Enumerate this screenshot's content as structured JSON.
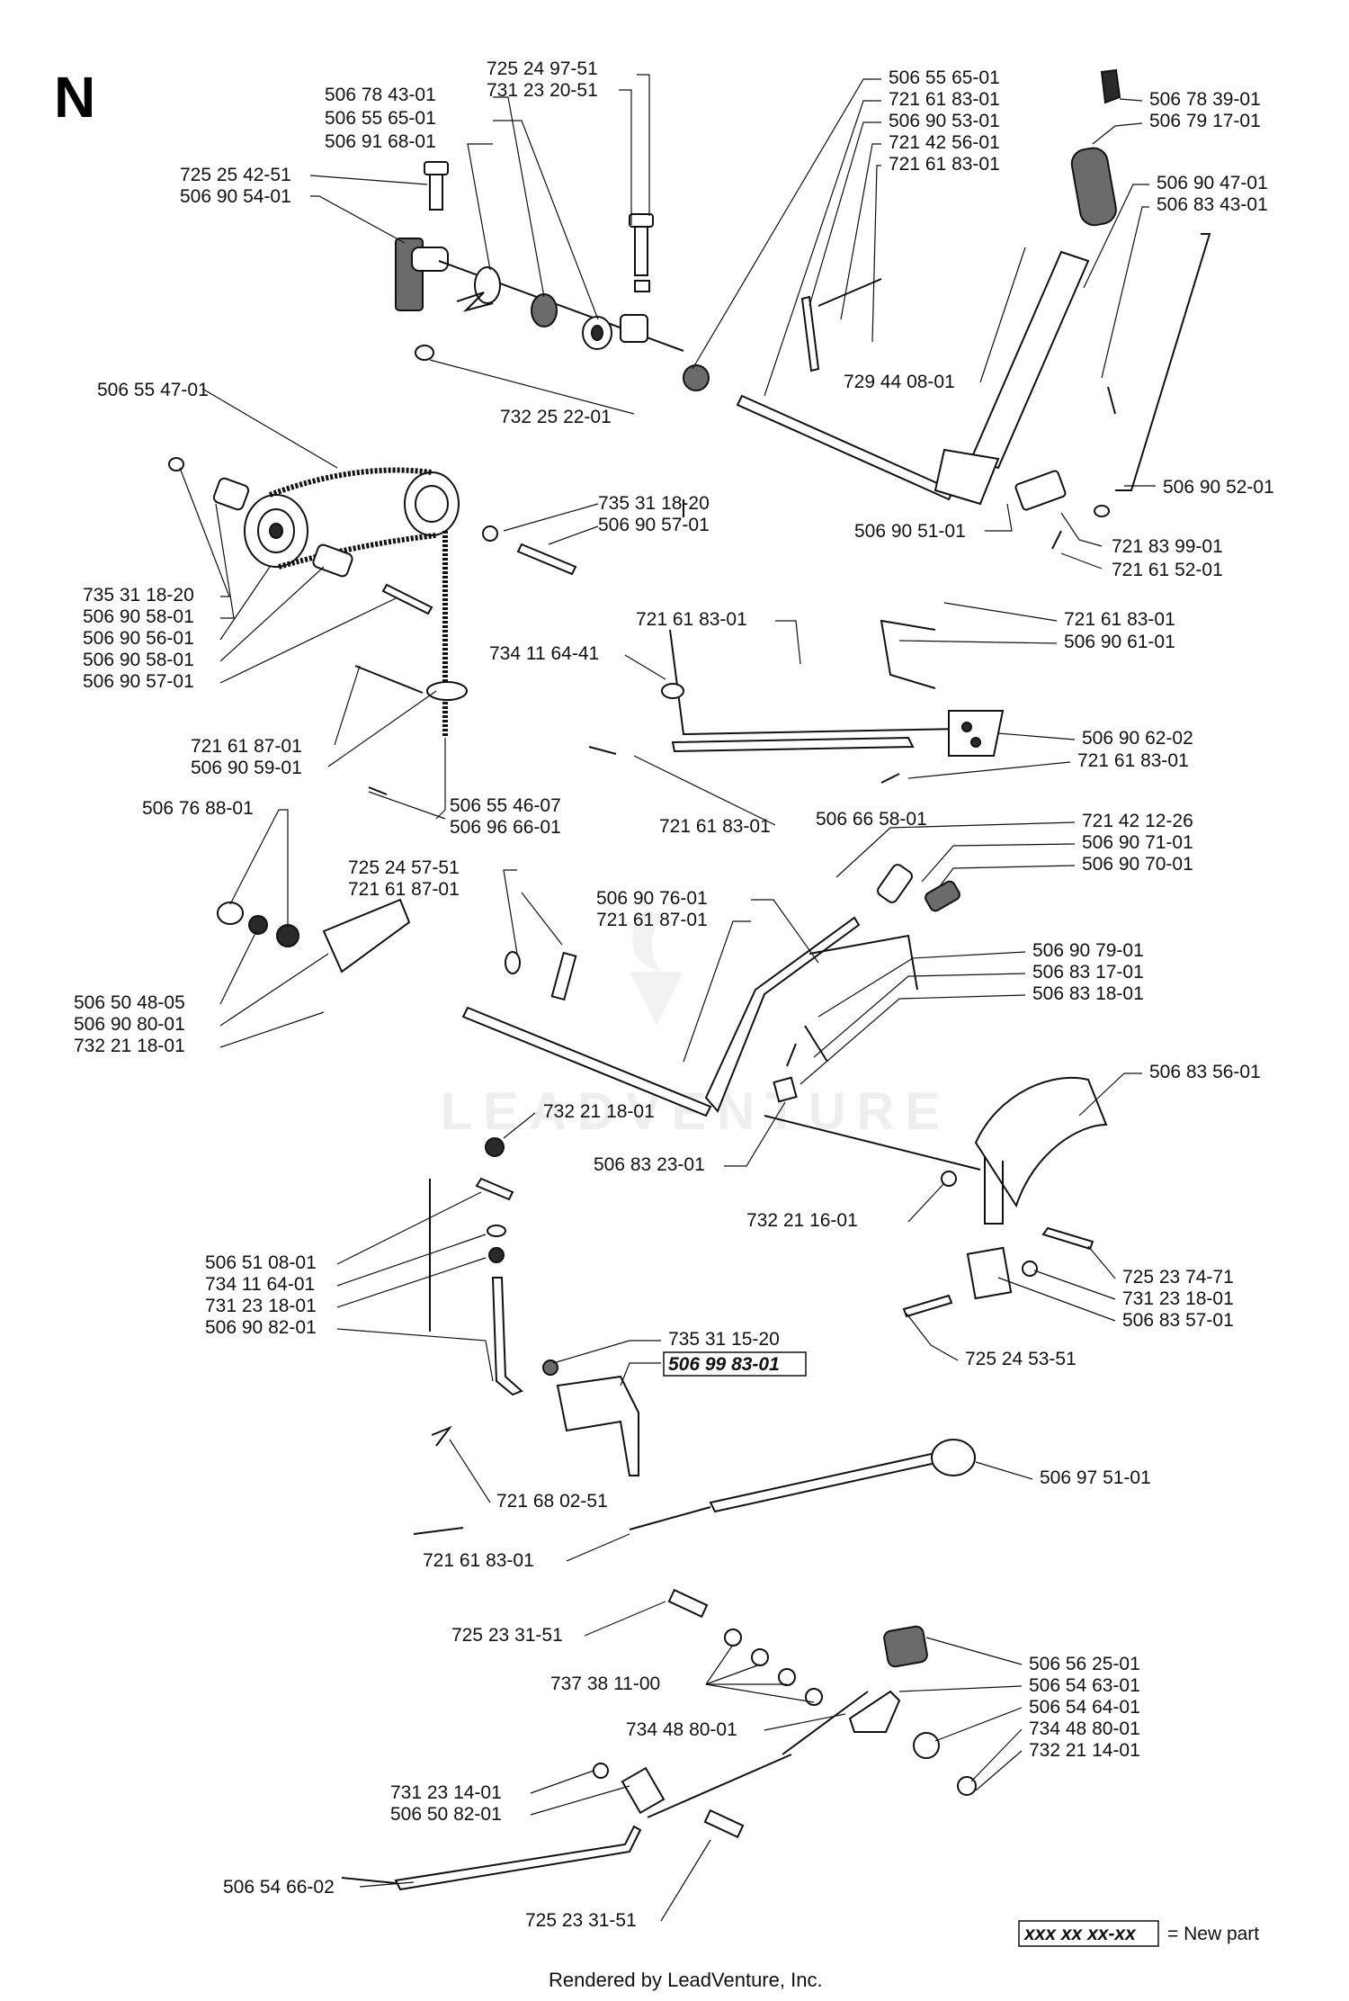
{
  "section_letter": "N",
  "watermark": "LEADVENTURE",
  "legend": {
    "sample": "xxx xx xx-xx",
    "text": "= New part"
  },
  "footer": "Rendered by LeadVenture, Inc.",
  "labels": [
    "725 24 97-51",
    "731 23 20-51",
    "506 78 43-01",
    "506 55 65-01",
    "506 91 68-01",
    "725 25 42-51",
    "506 90 54-01",
    "506 55 65-01",
    "721 61 83-01",
    "506 90 53-01",
    "721 42 56-01",
    "721 61 83-01",
    "506 78 39-01",
    "506 79 17-01",
    "506 90 47-01",
    "506 83 43-01",
    "729 44 08-01",
    "506 55 47-01",
    "732 25 22-01",
    "506 90 52-01",
    "506 90 51-01",
    "721 83 99-01",
    "721 61 52-01",
    "735 31 18-20",
    "506 90 57-01",
    "735 31 18-20",
    "506 90 58-01",
    "506 90 56-01",
    "506 90 58-01",
    "506 90 57-01",
    "721 61 83-01",
    "506 90 61-01",
    "721 61 83-01",
    "734 11 64-41",
    "506 90 62-02",
    "721 61 83-01",
    "721 61 87-01",
    "506 90 59-01",
    "721 61 83-01",
    "506 66 58-01",
    "506 55 46-07",
    "506 96 66-01",
    "506 76 88-01",
    "721 42 12-26",
    "506 90 71-01",
    "506 90 70-01",
    "725 24 57-51",
    "721 61 87-01",
    "506 90 76-01",
    "721 61 87-01",
    "506 90 79-01",
    "506 83 17-01",
    "506 83 18-01",
    "506 50 48-05",
    "506 90 80-01",
    "732 21 18-01",
    "506 83 56-01",
    "732 21 18-01",
    "506 83 23-01",
    "732 21 16-01",
    "725 23 74-71",
    "731 23 18-01",
    "506 83 57-01",
    "506 51 08-01",
    "734 11 64-01",
    "731 23 18-01",
    "506 90 82-01",
    "735 31 15-20",
    "506 99 83-01",
    "725 24 53-51",
    "721 68 02-51",
    "506 97 51-01",
    "721 61 83-01",
    "725 23 31-51",
    "506 56 25-01",
    "506 54 63-01",
    "737 38 11-00",
    "506 54 64-01",
    "734 48 80-01",
    "734 48 80-01",
    "732 21 14-01",
    "731 23 14-01",
    "506 50 82-01",
    "506 54 66-02",
    "725 23 31-51"
  ],
  "new_parts": [
    "506 99 83-01"
  ]
}
